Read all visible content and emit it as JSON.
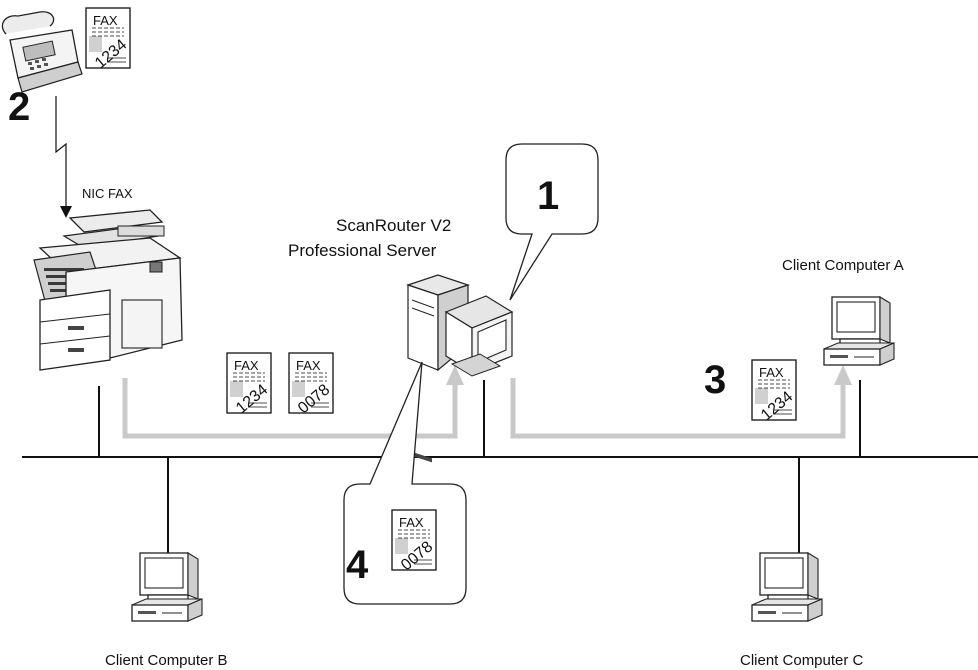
{
  "labels": {
    "nic_fax": "NIC FAX",
    "server_line1": "ScanRouter V2",
    "server_line2": "Professional  Server",
    "client_a": "Client Computer A",
    "client_b": "Client Computer B",
    "client_c": "Client Computer C"
  },
  "steps": {
    "step1": "1",
    "step2": "2",
    "step3": "3",
    "step4": "4"
  },
  "documents": {
    "fax_header": "FAX",
    "doc_1234": "1234",
    "doc_0078": "0078"
  },
  "colors": {
    "network_line": "#111111",
    "flow_arrow": "#c9c9c9"
  }
}
